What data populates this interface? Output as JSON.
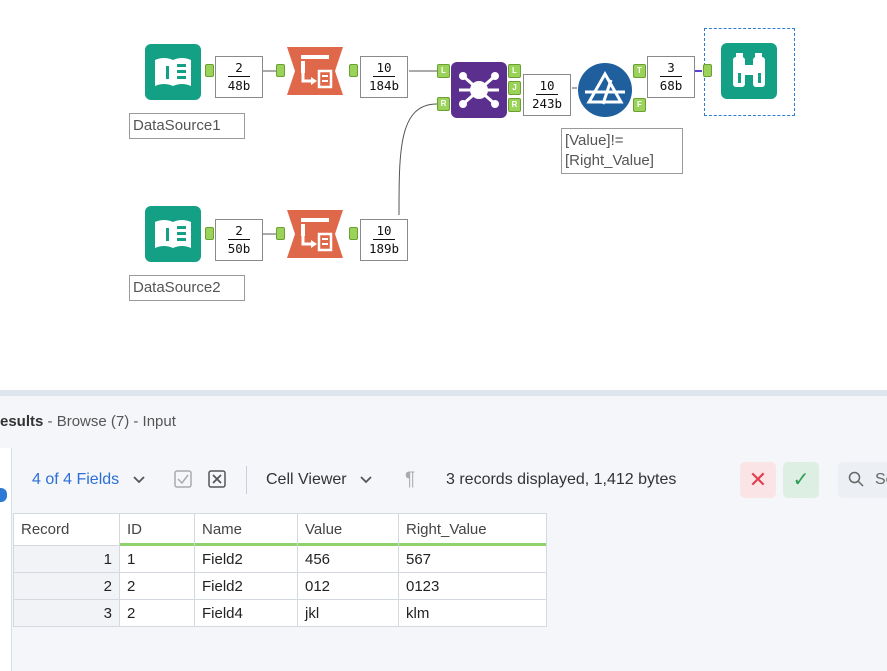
{
  "canvas": {
    "tools": [
      {
        "id": "input1",
        "label": "DataSource1",
        "out_count": "2",
        "out_bytes": "48b"
      },
      {
        "id": "select1",
        "out_count": "10",
        "out_bytes": "184b"
      },
      {
        "id": "input2",
        "label": "DataSource2",
        "out_count": "2",
        "out_bytes": "50b"
      },
      {
        "id": "select2",
        "out_count": "10",
        "out_bytes": "189b"
      },
      {
        "id": "join",
        "out_count": "10",
        "out_bytes": "243b",
        "anchors": {
          "left": "L",
          "right": "R",
          "out_left": "L",
          "out_join": "J",
          "out_right": "R"
        }
      },
      {
        "id": "filter",
        "expression_line1": "[Value]!=",
        "expression_line2": "[Right_Value]",
        "out_count": "3",
        "out_bytes": "68b",
        "anchors": {
          "true": "T",
          "false": "F"
        }
      },
      {
        "id": "browse"
      }
    ],
    "colors": {
      "input": "#14a085",
      "select": "#e0684a",
      "join": "#5b2f8e",
      "filter": "#1f5f9e",
      "browse": "#14a085",
      "anchor": "#9bd35a"
    }
  },
  "results": {
    "title_bold": "esults",
    "title_rest": " - Browse (7) - Input",
    "toolbar": {
      "fields": "4 of 4 Fields",
      "cell_viewer": "Cell Viewer",
      "records": "3 records displayed, 1,412 bytes",
      "search_placeholder": "Se"
    },
    "columns": [
      "Record",
      "ID",
      "Name",
      "Value",
      "Right_Value"
    ],
    "rows": [
      [
        "1",
        "1",
        "Field2",
        "456",
        "567"
      ],
      [
        "2",
        "2",
        "Field2",
        "012",
        "0123"
      ],
      [
        "3",
        "2",
        "Field4",
        "jkl",
        "klm"
      ]
    ]
  }
}
